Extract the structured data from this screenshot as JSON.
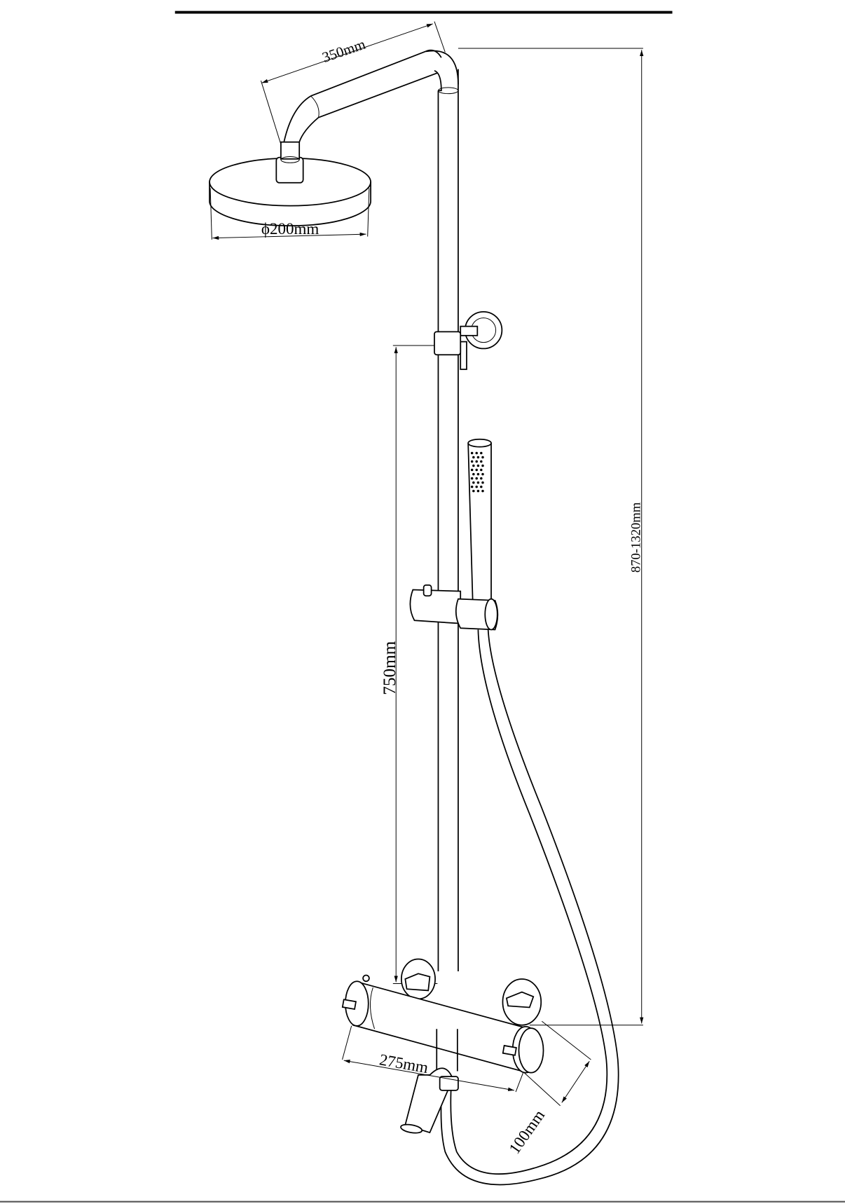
{
  "drawing": {
    "dimensions": {
      "arm_length": "350mm",
      "head_diameter": "ϕ200mm",
      "total_height": "870-1320mm",
      "rail_height": "750mm",
      "mixer_width": "275mm",
      "mixer_depth": "100mm"
    },
    "colors": {
      "line": "#000000",
      "background": "#ffffff",
      "bottom_rule": "#555555"
    }
  }
}
